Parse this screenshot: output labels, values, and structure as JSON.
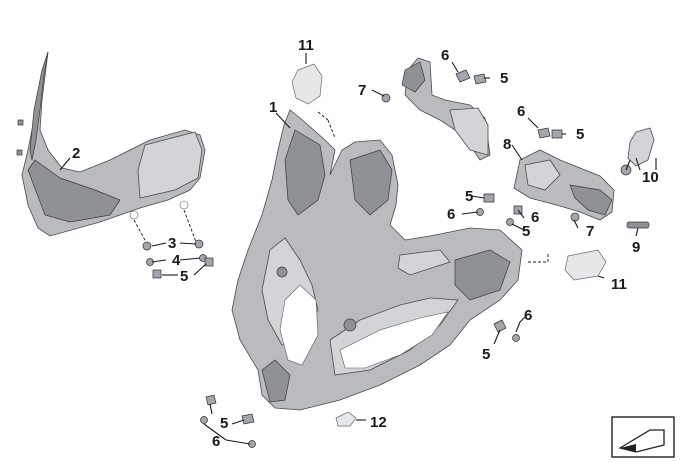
{
  "callouts": {
    "c1": "1",
    "c2": "2",
    "c3": "3",
    "c4": "4",
    "c5a": "5",
    "c5b": "5",
    "c5c": "5",
    "c5d": "5",
    "c5e": "5",
    "c5f": "5",
    "c5g": "5",
    "c6a": "6",
    "c6b": "6",
    "c6c": "6",
    "c6d": "6",
    "c6e": "6",
    "c6f": "6",
    "c7a": "7",
    "c7b": "7",
    "c8": "8",
    "c9": "9",
    "c10": "10",
    "c11a": "11",
    "c11b": "11",
    "c12": "12"
  },
  "colors": {
    "part_fill": "#b9bbbf",
    "part_light": "#d2d4d7",
    "part_dark": "#8e9196",
    "outline": "#4a4a4a",
    "label": "#1a1a1a"
  },
  "icons": {
    "view_direction": "view-direction-icon"
  }
}
